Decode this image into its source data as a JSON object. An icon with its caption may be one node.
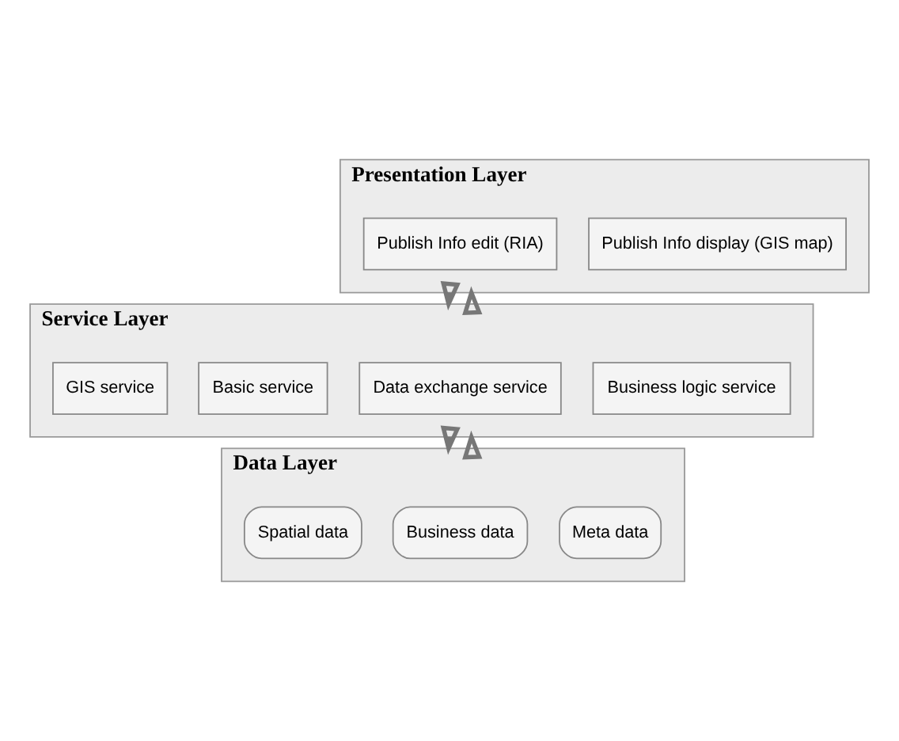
{
  "diagram": {
    "nodes": [
      {
        "text": [
          "Presentation Layer"
        ]
      },
      {
        "text": [
          "Publish Info display (GIS map)"
        ],
        "in": 0
      },
      {
        "text": [
          "Publish Info edit (RIA)"
        ],
        "in": 0
      },
      {
        "text": [
          "Service Layer"
        ]
      },
      {
        "text": [
          "Business logic service"
        ],
        "in": 3
      },
      {
        "text": [
          "Data exchange service"
        ],
        "in": 3
      },
      {
        "text": [
          "Basic service"
        ],
        "in": 3
      },
      {
        "text": [
          "GIS service"
        ],
        "in": 3
      },
      {
        "text": [
          "Data Layer"
        ]
      },
      {
        "text": [
          "Meta data"
        ],
        "in": 8
      },
      {
        "text": [
          "Business data"
        ],
        "in": 8
      },
      {
        "text": [
          "Spatial data"
        ],
        "in": 8
      }
    ],
    "edges": [
      {
        "from": 0,
        "to": 3,
        "arrow": "to"
      },
      {
        "from": 3,
        "to": 0,
        "arrow": "to"
      },
      {
        "from": 3,
        "to": 8,
        "arrow": "to"
      },
      {
        "from": 8,
        "to": 3,
        "arrow": "to"
      }
    ]
  }
}
